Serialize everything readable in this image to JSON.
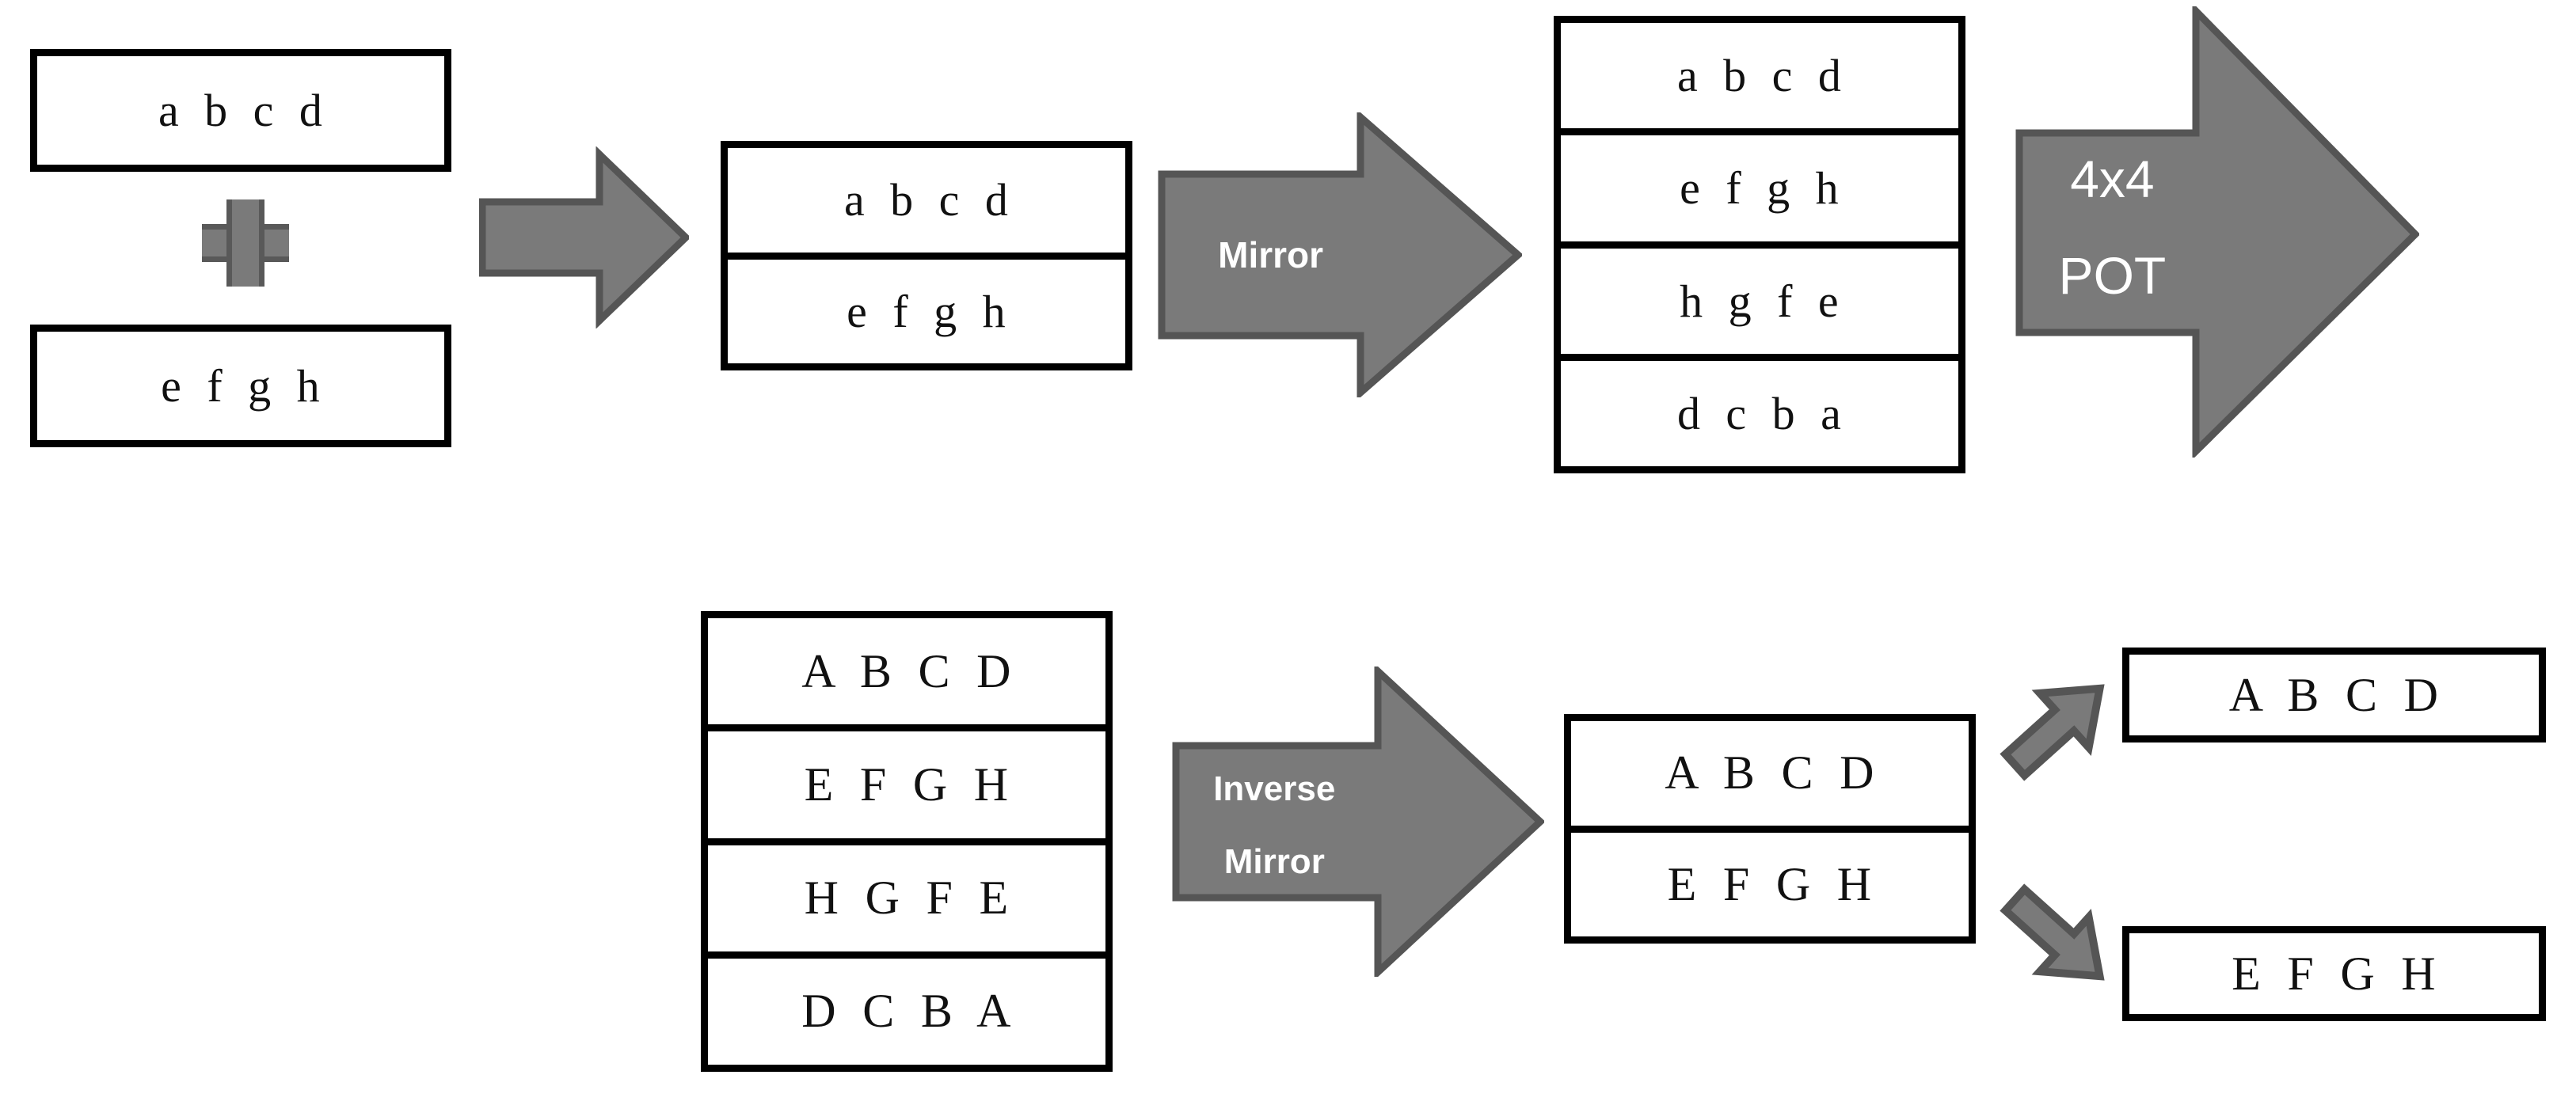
{
  "diagram": {
    "title": "Mirror / Inverse Mirror texture packing diagram",
    "colors": {
      "box_border": "#000000",
      "box_fill": "#ffffff",
      "arrow_fill": "#7a7a7a",
      "arrow_stroke": "#555555",
      "arrow_text": "#ffffff",
      "plus_fill": "#7a7a7a",
      "plus_stroke": "#595959",
      "page_background": "#ffffff"
    }
  },
  "top_flow": {
    "input_box_1": {
      "rows": [
        "a  b  c  d"
      ]
    },
    "plus_operator": {
      "glyph": "+"
    },
    "input_box_2": {
      "rows": [
        "e  f  g  h"
      ]
    },
    "arrow_combine": {
      "label": ""
    },
    "stacked_box": {
      "rows": [
        "a  b  c  d",
        "e  f  g  h"
      ]
    },
    "arrow_mirror": {
      "label": "Mirror"
    },
    "mirrored_box": {
      "rows": [
        "a  b  c  d",
        "e  f  g  h",
        "h  g  f  e",
        "d  c  b  a"
      ]
    },
    "arrow_pot": {
      "label_line1": "4x4",
      "label_line2": "POT"
    }
  },
  "bottom_flow": {
    "mirrored_box": {
      "rows": [
        "A  B  C  D",
        "E  F  G  H",
        "H  G  F  E",
        "D  C  B  A"
      ]
    },
    "arrow_inverse_mirror": {
      "label_line1": "Inverse",
      "label_line2": "Mirror"
    },
    "stacked_box": {
      "rows": [
        "A  B  C  D",
        "E  F  G  H"
      ]
    },
    "split_arrow_up": {
      "label": ""
    },
    "split_arrow_down": {
      "label": ""
    },
    "output_box_1": {
      "rows": [
        "A  B  C  D"
      ]
    },
    "output_box_2": {
      "rows": [
        "E  F  G  H"
      ]
    }
  }
}
